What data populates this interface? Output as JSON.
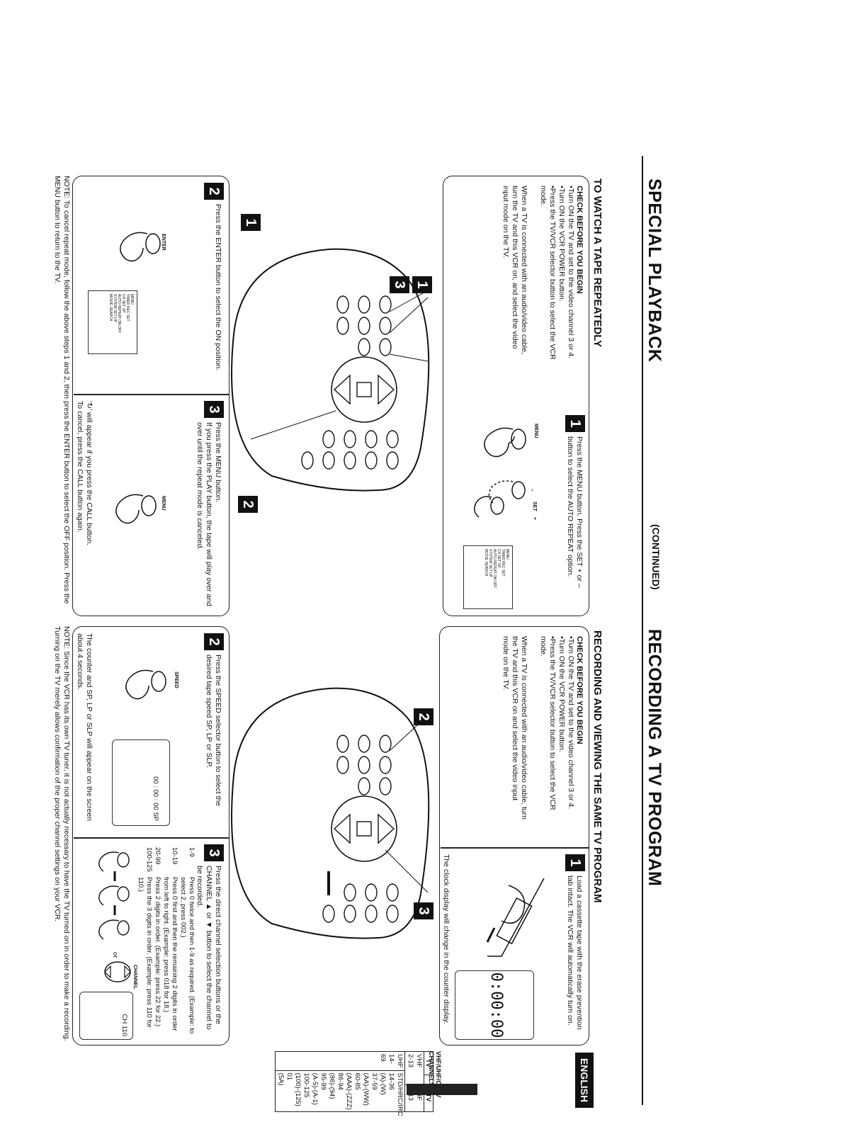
{
  "header": {
    "left_title": "SPECIAL PLAYBACK",
    "continued": "(CONTINUED)",
    "right_title": "RECORDING A TV PROGRAM",
    "language_tab": "ENGLISH"
  },
  "left": {
    "heading": "TO WATCH A TAPE REPEATEDLY",
    "check": {
      "title": "CHECK BEFORE YOU BEGIN",
      "bullets": [
        "Turn ON the TV and set to the video channel 3 or 4.",
        "Turn ON the VCR POWER button.",
        "Press the TV/VCR selector button to select the VCR mode."
      ],
      "note": "When a TV is connected with an audio/video cable, turn the TV and this VCR on, and select the video input mode on the TV."
    },
    "callouts": [
      "1",
      "3",
      "1",
      "2"
    ],
    "step1": {
      "num": "1",
      "text": "Press the MENU button. Press the SET + or – button to select the AUTO REPEAT option.",
      "label_menu": "MENU",
      "label_set": "SET",
      "minus": "–",
      "plus": "+"
    },
    "step2": {
      "num": "2",
      "text": "Press the ENTER button to select the ON position.",
      "label": "ENTER"
    },
    "step3": {
      "num": "3",
      "text1": "Press the MENU button.",
      "text2": "If you press the PLAY button, the tape will play over and over until the repeat mode is canceled.",
      "label": "MENU",
      "call_note": "‘↻’ will appear if you press the CALL button.",
      "cancel_note": "To cancel, press the CALL button again."
    },
    "note": "NOTE: To cancel repeat mode, follow the above steps 1 and 2, then press the ENTER button to select the OFF position. Press the MENU button to return to the TV."
  },
  "right": {
    "heading": "RECORDING AND VIEWING THE SAME TV PROGRAM",
    "check": {
      "title": "CHECK BEFORE YOU BEGIN",
      "bullets": [
        "Turn ON the TV and set to the video channel 3 or 4.",
        "Turn ON the VCR POWER button.",
        "Press the TV/VCR selector button to select the VCR mode."
      ],
      "note": "When a TV is connected with an audio/video cable, turn the TV and this VCR on and select the video input mode on the TV."
    },
    "callouts": [
      "2",
      "3"
    ],
    "step1": {
      "num": "1",
      "text": "Load a cassette tape with the erase prevention tab intact. The VCR will automatically turn on.",
      "clock_note": "The clock display will change in the counter display."
    },
    "step2": {
      "num": "2",
      "text": "Press the SPEED selector button to select the desired tape speed SP, LP or SLP.",
      "label": "SPEED",
      "counter": "00 : 00 : 00 SP",
      "note": "The counter and SP, LP or SLP will appear on the screen about 4 seconds."
    },
    "step3": {
      "num": "3",
      "text": "Press the direct channel selection buttons or the CHANNEL ▲ or ▼ button to select the channel to be recorded.",
      "rows": [
        {
          "range": "1-9",
          "desc": "Press 0 twice and then 1-9 as required. (Example: to select 2, press 002.)"
        },
        {
          "range": "10-19",
          "desc": "Press 0 first and then the remaining 2 digits in order from left to right. (Example: press 018 for 18.)"
        },
        {
          "range": "20-99",
          "desc": "Press 2 digits in order. (Example: press 22 for 22.)"
        },
        {
          "range": "100-125",
          "desc": "Press the 3 digits in order. (Example: press 110 for 110.)"
        }
      ],
      "or": "or",
      "channel_label": "CHANNEL",
      "screen": "CH 110"
    },
    "channels": {
      "title": "VHF/UHF/CATV CHANNELS",
      "tv_header": "TV",
      "catv_header": "CATV",
      "rows": [
        {
          "tv_band": "VHF",
          "tv": "2-13",
          "catv": "2-13",
          "catv_band": "VHF"
        },
        {
          "tv_band": "UHF",
          "tv": "14-69",
          "catv": "STD/HRC/IRC",
          "catv_band": ""
        }
      ],
      "catv_list": [
        "14-36",
        "(A)-(W)",
        "37-59",
        "(AA)-(WW)",
        "60-85",
        "(AAA)-(ZZZ)",
        "86-94",
        "(86)-(94)",
        "95-99",
        "(A-5)-(A-1)",
        "100-125",
        "(100)-(125)",
        "01",
        "(5A)"
      ]
    },
    "note": "NOTE: Since the VCR has its own TV tuner, it is not actually necessary to have the TV turned on in order to make a recording. Turning on the TV merely allows confirmation of the proper channel settings on your VCR."
  }
}
